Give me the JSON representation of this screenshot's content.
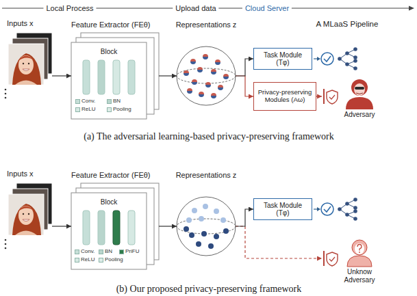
{
  "diagram": {
    "nodes": [
      {
        "text": [
          "Inputs x"
        ]
      },
      {
        "text": [
          "Feature Extractor (FEθ)",
          "Block"
        ]
      },
      {
        "text": [
          "Representations z"
        ]
      },
      {
        "text": [
          "Task Module (Tφ)"
        ]
      },
      {
        "text": [
          "Privacy-preserving Modules (Aω)"
        ]
      },
      {
        "text": [
          "Adversary"
        ]
      },
      {
        "text": [
          "Inputs x"
        ]
      },
      {
        "text": [
          "Feature Extractor (FEθ)",
          "Block"
        ]
      },
      {
        "text": [
          "Representations z"
        ]
      },
      {
        "text": [
          "Task Module (Tφ)"
        ]
      },
      {
        "text": [
          "Unknow Adversary"
        ]
      }
    ],
    "edges": [
      {
        "from": 0,
        "to": 1,
        "arrow": "to"
      },
      {
        "from": 1,
        "to": 2,
        "arrow": "to"
      },
      {
        "from": 2,
        "to": 3,
        "arrow": "to"
      },
      {
        "from": 2,
        "to": 4,
        "arrow": "to"
      },
      {
        "from": 4,
        "to": 5,
        "arrow": "to"
      },
      {
        "from": 6,
        "to": 7,
        "arrow": "to"
      },
      {
        "from": 7,
        "to": 8,
        "arrow": "to"
      },
      {
        "from": 8,
        "to": 9,
        "arrow": "to"
      },
      {
        "from": 8,
        "to": 10,
        "arrow": "to"
      }
    ],
    "labels": [
      "Local Process",
      "Upload data",
      "Cloud Server",
      "A MLaaS Pipeline",
      "(a) The adversarial learning-based privacy-preserving framework",
      "(b) Our proposed privacy-preserving framework"
    ],
    "legend": [
      {
        "text": "Conv.",
        "color": "#c6dfd8"
      },
      {
        "text": "BN",
        "color": "#b8d5cc"
      },
      {
        "text": "ReLU",
        "color": "#d6e9e3"
      },
      {
        "text": "Pooling",
        "color": "#dcece7"
      },
      {
        "text": "Conv.",
        "color": "#c6dfd8"
      },
      {
        "text": "BN",
        "color": "#b8d5cc"
      },
      {
        "text": "PriFU",
        "color": "#2f7d4c"
      },
      {
        "text": "ReLU",
        "color": "#d6e9e3"
      },
      {
        "text": "Pooling",
        "color": "#dcece7"
      }
    ]
  }
}
